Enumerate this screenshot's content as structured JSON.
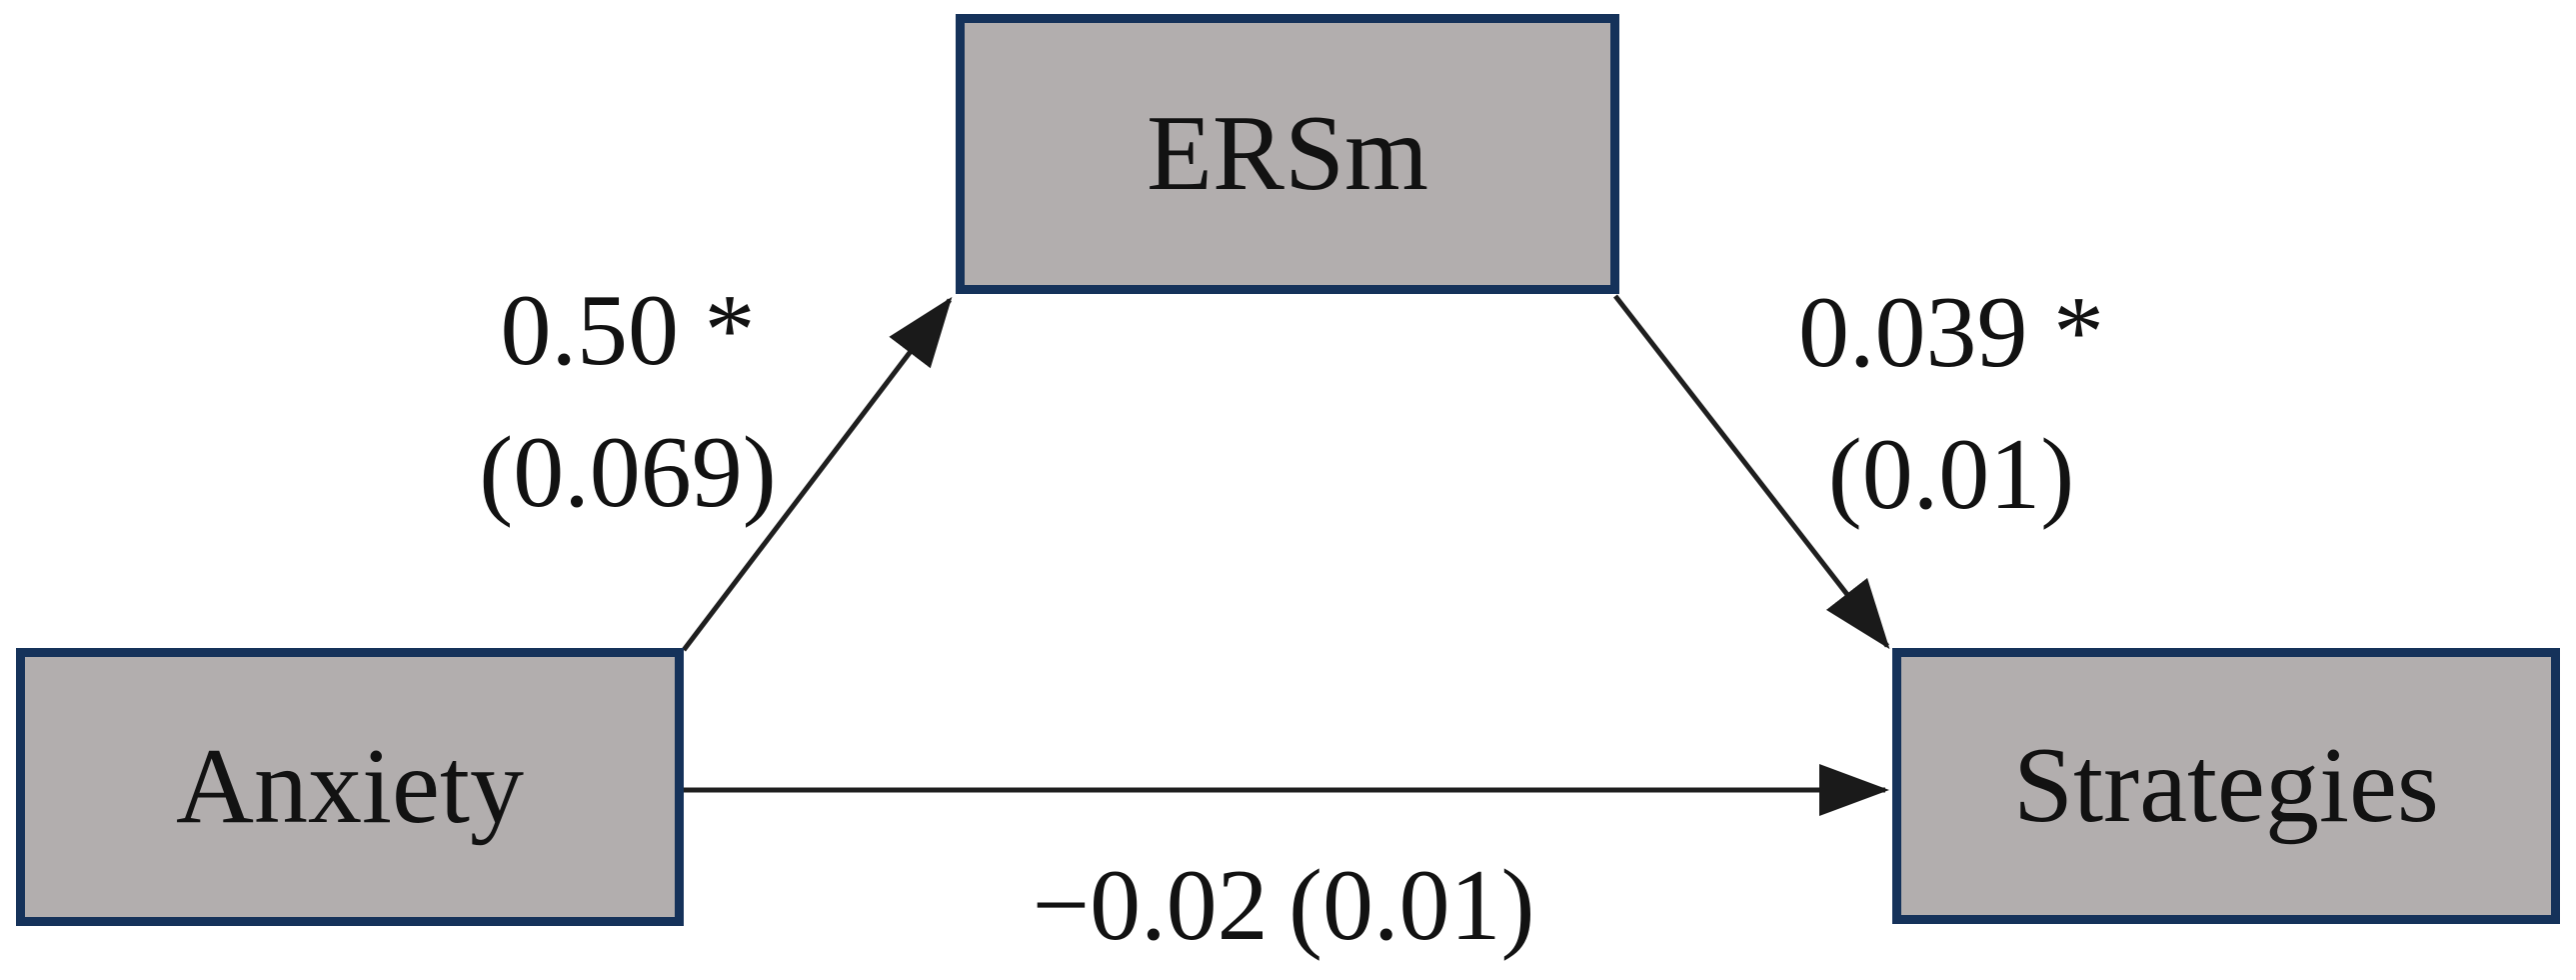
{
  "diagram": {
    "kind": "mediation-path-model",
    "nodes": {
      "mediator": {
        "label": "ERSm"
      },
      "predictor": {
        "label": "Anxiety"
      },
      "outcome": {
        "label": "Strategies"
      }
    },
    "paths": {
      "a": {
        "from": "Anxiety",
        "to": "ERSm",
        "coefficient": "0.50 *",
        "se": "(0.069)"
      },
      "b": {
        "from": "ERSm",
        "to": "Strategies",
        "coefficient": "0.039 *",
        "se": "(0.01)"
      },
      "c": {
        "from": "Anxiety",
        "to": "Strategies",
        "coefficient": "−0.02",
        "se": "(0.01)"
      }
    },
    "colors": {
      "node_fill": "#b2aeae",
      "node_border": "#15325a",
      "arrow": "#1f1f1f",
      "text": "#121212",
      "background": "#ffffff"
    }
  }
}
